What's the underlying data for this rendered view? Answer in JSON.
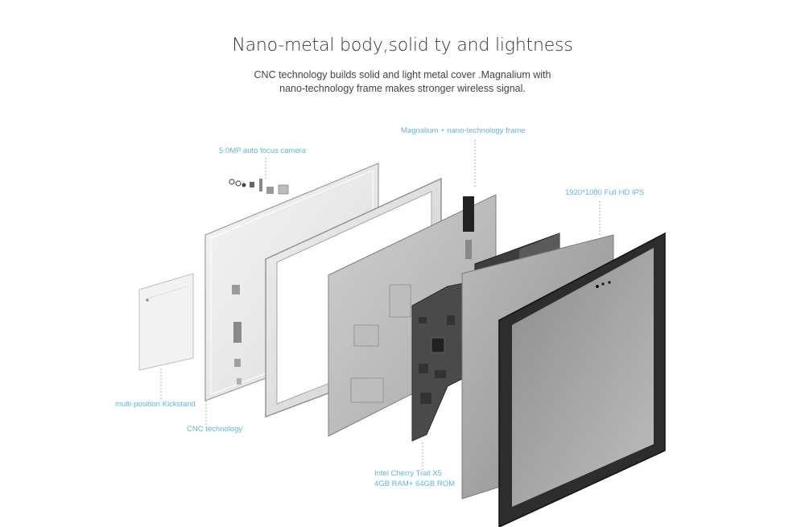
{
  "header": {
    "title": "Nano-metal body,solid ty and lightness",
    "subtitle_line1": "CNC technology builds solid and light metal cover .Magnalium with",
    "subtitle_line2": "nano-technology frame makes stronger wireless signal."
  },
  "callouts": {
    "camera": "5.0MP auto focus camera",
    "frame": "Magnalium + nano-technology frame",
    "display": "1920*1080 Full HD IPS",
    "kickstand": "multi-position Kickstand",
    "cnc": "CNC technology",
    "cpu_line1": "Intel Cherry Trail X5",
    "cpu_line2": "4GB RAM+ 64GB ROM"
  },
  "colors": {
    "callout": "#5cb7d8",
    "title": "#333333",
    "body_text": "#444444"
  }
}
